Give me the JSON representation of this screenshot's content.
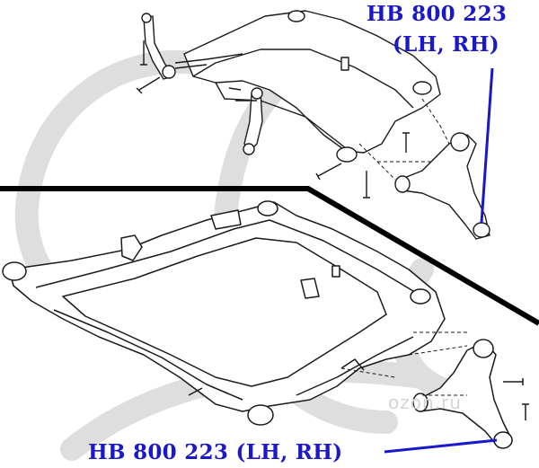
{
  "callouts": {
    "top_part_number": "HB 800 223",
    "top_side": "(LH, RH)",
    "bottom": "HB 800 223 (LH, RH)"
  },
  "watermark": {
    "text": "ozon.ru"
  },
  "colors": {
    "callout": "#1a18c8",
    "line_art": "#1a1a1a",
    "divider": "#000000",
    "watermark": "#d0d0d0"
  }
}
